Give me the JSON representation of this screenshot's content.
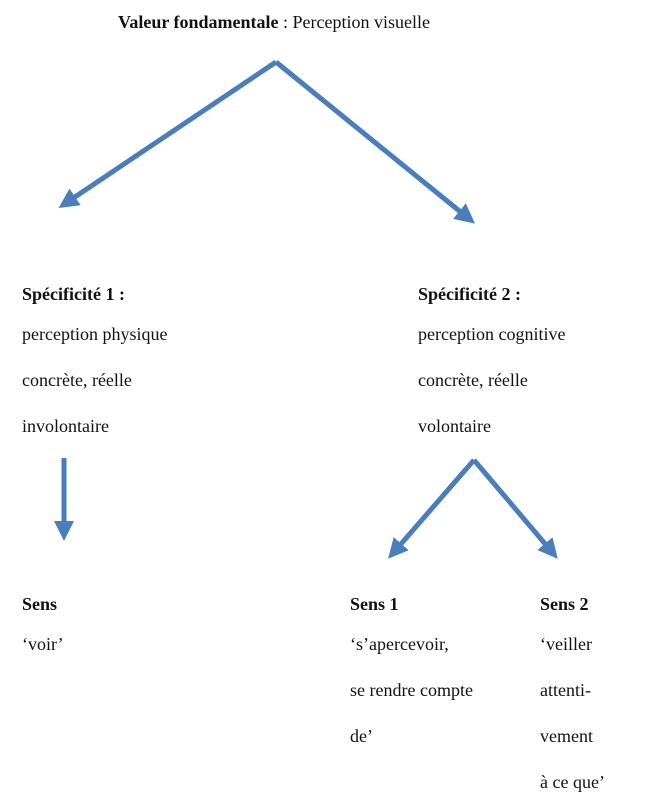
{
  "root": {
    "label_bold": "Valeur fondamentale",
    "label_rest": " : Perception visuelle"
  },
  "spec1": {
    "title": "Spécificité 1 :",
    "lines": [
      "perception physique",
      "concrète, réelle",
      "involontaire"
    ]
  },
  "spec2": {
    "title": "Spécificité 2 :",
    "lines": [
      "perception cognitive",
      "concrète, réelle",
      "volontaire"
    ]
  },
  "sens": {
    "title": "Sens",
    "lines": [
      "‘voir’"
    ]
  },
  "sens1": {
    "title": "Sens 1",
    "lines": [
      "‘s’apercevoir,",
      "se rendre compte",
      "de’"
    ]
  },
  "sens2": {
    "title": "Sens 2",
    "lines": [
      " ‘veiller",
      "attenti-",
      "vement",
      "à ce que’"
    ]
  },
  "colors": {
    "arrow": "#4a7ebb",
    "text": "#111111"
  }
}
